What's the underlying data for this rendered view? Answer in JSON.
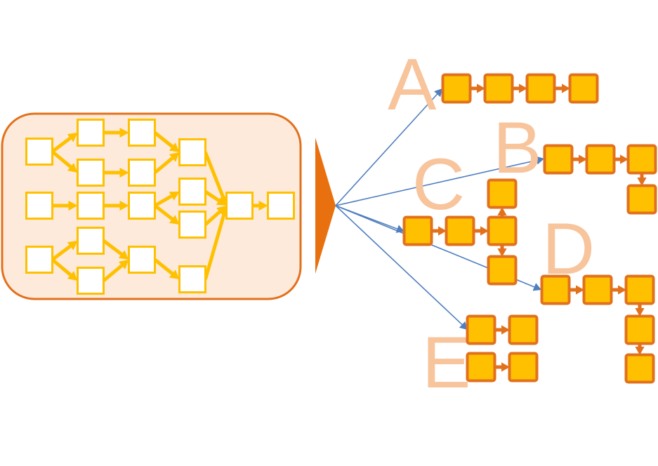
{
  "colors": {
    "panel_fill": "#fdeadb",
    "panel_border": "#e2711d",
    "white_node_border": "#ffc000",
    "flow_arrow": "#ffc000",
    "split_triangle": "#e8700f",
    "fan_arrow": "#4f7fbf",
    "sub_node_fill": "#ffc000",
    "sub_node_border": "#e2711d",
    "sub_arrow": "#e2711d",
    "letter": "#f8c49c"
  },
  "subgraphs": [
    {
      "label": "A"
    },
    {
      "label": "B"
    },
    {
      "label": "C"
    },
    {
      "label": "D"
    },
    {
      "label": "E"
    }
  ]
}
